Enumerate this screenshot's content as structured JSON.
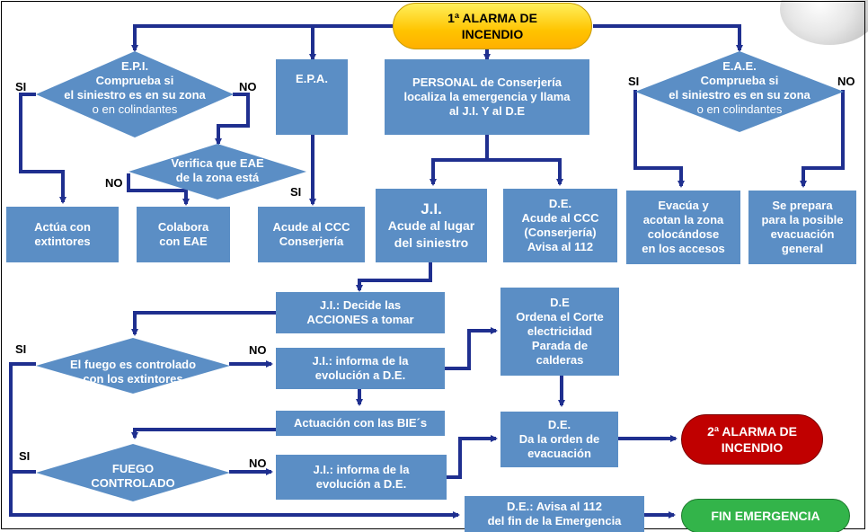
{
  "title_top": [
    "1ª ALARMA DE",
    "INCENDIO"
  ],
  "second_alarm": [
    "2ª ALARMA DE",
    "INCENDIO"
  ],
  "end": "FIN EMERGENCIA",
  "epi": [
    "E.P.I.",
    "Comprueba si",
    "el siniestro es en su zona",
    "o en colindantes"
  ],
  "eae": [
    "E.A.E.",
    "Comprueba si",
    "el siniestro es en su zona",
    "o en colindantes"
  ],
  "epa": "E.P.A.",
  "personal": [
    "PERSONAL de Conserjería",
    "localiza la emergencia y llama",
    "al J.I.  Y al D.E"
  ],
  "verifica": [
    "Verifica que EAE",
    "de la zona está"
  ],
  "extintores": [
    "Actúa con",
    "extintores"
  ],
  "colabora": [
    "Colabora",
    "con EAE"
  ],
  "acude_ccc": [
    "Acude al CCC",
    "Conserjería"
  ],
  "ji_box": [
    "J.I.",
    "Acude al lugar",
    "del siniestro"
  ],
  "de_box": [
    "D.E.",
    "Acude al CCC",
    "(Conserjería)",
    "Avisa al 112"
  ],
  "evacua": [
    "Evacúa y",
    "acotan la zona",
    "colocándose",
    "en los accesos"
  ],
  "prepara": [
    "Se prepara",
    "para la posible",
    "evacuación",
    "general"
  ],
  "decide": [
    "J.I.: Decide las",
    "ACCIONES a tomar"
  ],
  "fuego_controlado": [
    "El fuego es controlado",
    "con los extintores"
  ],
  "informa1": [
    "J.I.: informa de la",
    "evolución a D.E."
  ],
  "corte": [
    "D.E",
    "Ordena el Corte",
    "electricidad",
    "Parada de",
    "calderas"
  ],
  "bies": "Actuación con las BIE´s",
  "fuego2": [
    "FUEGO",
    "CONTROLADO"
  ],
  "informa2": [
    "J.I.: informa de la",
    "evolución a D.E."
  ],
  "evacuacion": [
    "D.E.",
    "Da la orden de",
    "evacuación"
  ],
  "avisa_fin": [
    "D.E.: Avisa  al 112",
    "del fin de la Emergencia"
  ],
  "labels": {
    "si": "SI",
    "no": "NO"
  },
  "colors": {
    "box": "#5b8ec5",
    "arrow": "#1f2f8f",
    "yellow": "#ffd200",
    "red": "#c00000",
    "green": "#33b44a"
  }
}
